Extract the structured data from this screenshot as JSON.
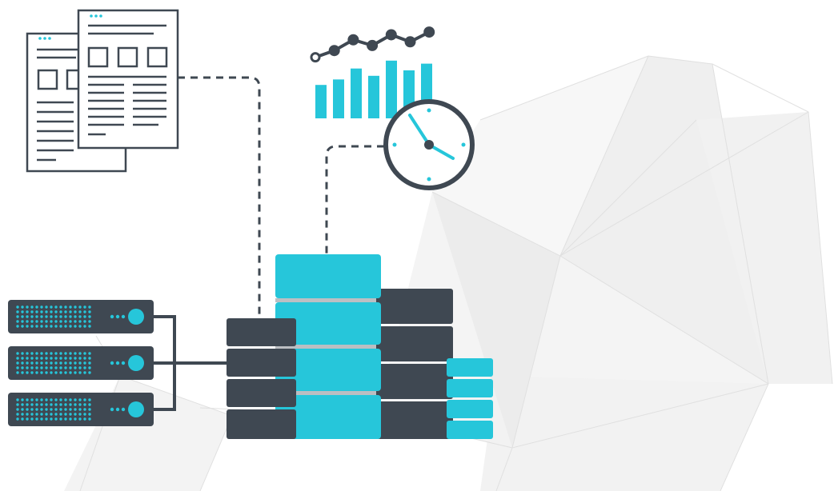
{
  "colors": {
    "dark": "#3f4852",
    "accent": "#26c6da",
    "line": "#3f4852",
    "paper": "#ffffff",
    "poly_light": "#eeeeee",
    "poly_mid": "#e3e3e3",
    "poly_stroke": "#d6d6d6"
  },
  "icons": {
    "documents": "document-stack-icon",
    "chart": "bar-line-chart-icon",
    "clock": "clock-icon",
    "servers": "rack-server-icon",
    "database": "database-stack-icon"
  },
  "chart_data": {
    "type": "bar",
    "bars": [
      0.55,
      0.64,
      0.82,
      0.7,
      0.95,
      0.79,
      0.9
    ],
    "line": [
      0.2,
      0.4,
      0.72,
      0.55,
      0.87,
      0.66,
      0.95
    ]
  },
  "servers": {
    "count": 3
  }
}
